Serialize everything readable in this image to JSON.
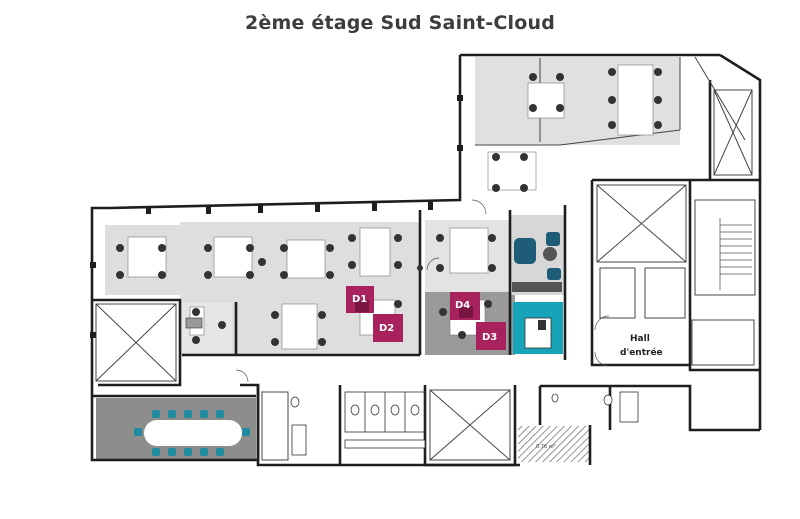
{
  "title": "2ème étage Sud Saint-Cloud",
  "desk_labels": [
    "D1",
    "D2",
    "D3",
    "D4"
  ],
  "hall_label_line1": "Hall",
  "hall_label_line2": "d'entrée",
  "dimension_label": "0.76 m²",
  "colors": {
    "wall": "#1e1e1e",
    "open_space": "#dedede",
    "meeting_room": "#8d8d8d",
    "desk_highlight": "#a8225d",
    "desk_highlight_dark": "#7a1542",
    "reception": "#17a3b8",
    "chair_meeting": "#1f8aa0"
  }
}
